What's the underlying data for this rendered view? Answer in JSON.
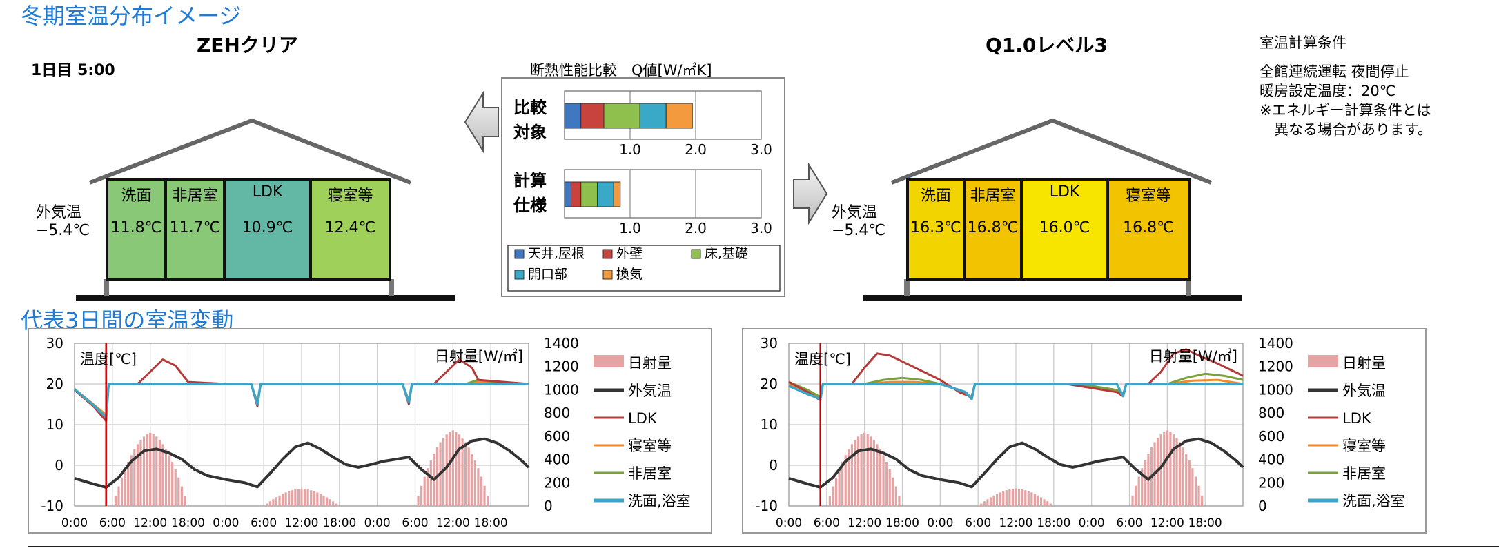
{
  "header": {
    "main_title": "冬期室温分布イメージ",
    "section2_title": "代表3日間の室温変動",
    "time_label": "1日目 5:00"
  },
  "left_house": {
    "title": "ZEHクリア",
    "outside_label": "外気温",
    "outside_temp": "−5.4℃",
    "rooms": [
      {
        "name": "洗面",
        "temp": "11.8℃",
        "color": "#88c877"
      },
      {
        "name": "非居室",
        "temp": "11.7℃",
        "color": "#88c877"
      },
      {
        "name": "LDK",
        "temp": "10.9℃",
        "color": "#63b8a5"
      },
      {
        "name": "寝室等",
        "temp": "12.4℃",
        "color": "#9fd15a"
      }
    ]
  },
  "right_house": {
    "title": "Q1.0レベル3",
    "outside_label": "外気温",
    "outside_temp": "−5.4℃",
    "rooms": [
      {
        "name": "洗面",
        "temp": "16.3℃",
        "color": "#f2d400"
      },
      {
        "name": "非居室",
        "temp": "16.8℃",
        "color": "#f1c300"
      },
      {
        "name": "LDK",
        "temp": "16.0℃",
        "color": "#f7e500"
      },
      {
        "name": "寝室等",
        "temp": "16.8℃",
        "color": "#f1c300"
      }
    ]
  },
  "conditions": {
    "title": "室温計算条件",
    "lines": [
      "全館連続運転 夜間停止",
      "暖房設定温度：20℃",
      "※エネルギー計算条件とは",
      "　異なる場合があります。"
    ]
  },
  "q_chart": {
    "title": "断熱性能比較　Q値[W/㎡K]",
    "row1_label_a": "比較",
    "row1_label_b": "対象",
    "row2_label_a": "計算",
    "row2_label_b": "仕様",
    "ticks": [
      "1.0",
      "2.0",
      "3.0"
    ],
    "legend": [
      "天井,屋根",
      "外壁",
      "床,基礎",
      "開口部",
      "換気"
    ],
    "colors": [
      "#3f78c0",
      "#c8423e",
      "#8fbf4d",
      "#39a9c7",
      "#f39a3e"
    ]
  },
  "chart_data": [
    {
      "type": "line",
      "title": "",
      "ylabel": "温度[℃]",
      "y2label": "日射量[W/㎡]",
      "ylim": [
        -10,
        30
      ],
      "y2lim": [
        0,
        1400
      ],
      "yticks": [
        "30",
        "20",
        "10",
        "0",
        "-10"
      ],
      "y2ticks": [
        "1400",
        "1200",
        "1000",
        "800",
        "600",
        "400",
        "200",
        "0"
      ],
      "xticks": [
        "0:00",
        "6:00",
        "12:00",
        "18:00",
        "0:00",
        "6:00",
        "12:00",
        "18:00",
        "0:00",
        "6:00",
        "12:00",
        "18:00"
      ],
      "marker_hour": 5,
      "legend": [
        "日射量",
        "外気温",
        "LDK",
        "寝室等",
        "非居室",
        "洗面,浴室"
      ],
      "solar": {
        "name": "日射量",
        "peaks": [
          630,
          150,
          650
        ]
      },
      "series": [
        {
          "name": "外気温",
          "points": [
            [
              0,
              -3.2
            ],
            [
              3,
              -4.6
            ],
            [
              5,
              -5.4
            ],
            [
              7,
              -3
            ],
            [
              9,
              1
            ],
            [
              11,
              3.5
            ],
            [
              13,
              4
            ],
            [
              15,
              3
            ],
            [
              17,
              1.5
            ],
            [
              19,
              -1
            ],
            [
              21,
              -2.5
            ],
            [
              24,
              -3.5
            ],
            [
              27,
              -4.3
            ],
            [
              29,
              -5.3
            ],
            [
              31,
              -2
            ],
            [
              33,
              1.5
            ],
            [
              35,
              4.5
            ],
            [
              37,
              5.5
            ],
            [
              39,
              4
            ],
            [
              41,
              2
            ],
            [
              43,
              0.2
            ],
            [
              45,
              -0.5
            ],
            [
              47,
              0.2
            ],
            [
              49,
              1
            ],
            [
              51,
              1.5
            ],
            [
              53,
              2
            ],
            [
              55,
              -1
            ],
            [
              57,
              -3.5
            ],
            [
              59,
              -0.5
            ],
            [
              61,
              4
            ],
            [
              63,
              6
            ],
            [
              65,
              6.5
            ],
            [
              67,
              5.5
            ],
            [
              69,
              3.5
            ],
            [
              71,
              1
            ],
            [
              72,
              -0.5
            ]
          ]
        },
        {
          "name": "LDK",
          "points": [
            [
              0,
              18.5
            ],
            [
              3,
              14.5
            ],
            [
              5,
              10.9
            ],
            [
              5.4,
              20
            ],
            [
              10,
              20
            ],
            [
              12,
              23
            ],
            [
              14,
              26
            ],
            [
              16,
              24.5
            ],
            [
              18,
              20.5
            ],
            [
              24,
              20
            ],
            [
              28,
              20
            ],
            [
              29,
              14.5
            ],
            [
              29.5,
              20
            ],
            [
              52,
              20
            ],
            [
              53,
              15
            ],
            [
              53.5,
              20
            ],
            [
              57,
              20
            ],
            [
              59,
              23
            ],
            [
              61,
              26
            ],
            [
              63,
              24
            ],
            [
              64,
              21
            ],
            [
              72,
              20
            ]
          ]
        },
        {
          "name": "寝室等",
          "points": [
            [
              0,
              18.8
            ],
            [
              3,
              15
            ],
            [
              5,
              12.4
            ],
            [
              5.4,
              20
            ],
            [
              28,
              20
            ],
            [
              29,
              15.5
            ],
            [
              29.5,
              20
            ],
            [
              52,
              20
            ],
            [
              53,
              16
            ],
            [
              53.5,
              20
            ],
            [
              62,
              20
            ],
            [
              64,
              20.5
            ],
            [
              66,
              20.2
            ],
            [
              72,
              20
            ]
          ]
        },
        {
          "name": "非居室",
          "points": [
            [
              0,
              18.5
            ],
            [
              3,
              14.5
            ],
            [
              5,
              11.7
            ],
            [
              5.4,
              20
            ],
            [
              28,
              20
            ],
            [
              29,
              15
            ],
            [
              29.5,
              20
            ],
            [
              52,
              20
            ],
            [
              53,
              15.5
            ],
            [
              53.5,
              20
            ],
            [
              62,
              20
            ],
            [
              64,
              21
            ],
            [
              66,
              20.6
            ],
            [
              72,
              20
            ]
          ]
        },
        {
          "name": "洗面,浴室",
          "points": [
            [
              0,
              18.7
            ],
            [
              3,
              14.8
            ],
            [
              5,
              11.8
            ],
            [
              5.4,
              20
            ],
            [
              24,
              20
            ],
            [
              28,
              20
            ],
            [
              29,
              15
            ],
            [
              29.5,
              20
            ],
            [
              52,
              20
            ],
            [
              53,
              15.5
            ],
            [
              53.5,
              20
            ],
            [
              72,
              20
            ]
          ]
        }
      ]
    },
    {
      "type": "line",
      "title": "",
      "ylabel": "温度[℃]",
      "y2label": "日射量[W/㎡]",
      "ylim": [
        -10,
        30
      ],
      "y2lim": [
        0,
        1400
      ],
      "yticks": [
        "30",
        "20",
        "10",
        "0",
        "-10"
      ],
      "y2ticks": [
        "1400",
        "1200",
        "1000",
        "800",
        "600",
        "400",
        "200",
        "0"
      ],
      "xticks": [
        "0:00",
        "6:00",
        "12:00",
        "18:00",
        "0:00",
        "6:00",
        "12:00",
        "18:00",
        "0:00",
        "6:00",
        "12:00",
        "18:00"
      ],
      "marker_hour": 5,
      "legend": [
        "日射量",
        "外気温",
        "LDK",
        "寝室等",
        "非居室",
        "洗面,浴室"
      ],
      "solar": {
        "name": "日射量",
        "peaks": [
          630,
          150,
          650
        ]
      },
      "series": [
        {
          "name": "外気温",
          "points": [
            [
              0,
              -3.2
            ],
            [
              3,
              -4.6
            ],
            [
              5,
              -5.4
            ],
            [
              7,
              -3
            ],
            [
              9,
              1
            ],
            [
              11,
              3.5
            ],
            [
              13,
              4
            ],
            [
              15,
              3
            ],
            [
              17,
              1.5
            ],
            [
              19,
              -1
            ],
            [
              21,
              -2.5
            ],
            [
              24,
              -3.5
            ],
            [
              27,
              -4.3
            ],
            [
              29,
              -5.3
            ],
            [
              31,
              -2
            ],
            [
              33,
              1.5
            ],
            [
              35,
              4.5
            ],
            [
              37,
              5.5
            ],
            [
              39,
              4
            ],
            [
              41,
              2
            ],
            [
              43,
              0.2
            ],
            [
              45,
              -0.5
            ],
            [
              47,
              0.2
            ],
            [
              49,
              1
            ],
            [
              51,
              1.5
            ],
            [
              53,
              2
            ],
            [
              55,
              -1
            ],
            [
              57,
              -3.5
            ],
            [
              59,
              -0.5
            ],
            [
              61,
              4
            ],
            [
              63,
              6
            ],
            [
              65,
              6.5
            ],
            [
              67,
              5.5
            ],
            [
              69,
              3.5
            ],
            [
              71,
              1
            ],
            [
              72,
              -0.5
            ]
          ]
        },
        {
          "name": "LDK",
          "points": [
            [
              0,
              20.5
            ],
            [
              3,
              18
            ],
            [
              5,
              16
            ],
            [
              5.4,
              20
            ],
            [
              10,
              20
            ],
            [
              12,
              24
            ],
            [
              14,
              27.5
            ],
            [
              16,
              27
            ],
            [
              20,
              24
            ],
            [
              24,
              21
            ],
            [
              27,
              18
            ],
            [
              29,
              16.8
            ],
            [
              29.5,
              20
            ],
            [
              44,
              20
            ],
            [
              48,
              19
            ],
            [
              52,
              18
            ],
            [
              53,
              17
            ],
            [
              53.5,
              20
            ],
            [
              57,
              20
            ],
            [
              59,
              23
            ],
            [
              61,
              27.5
            ],
            [
              63,
              28.5
            ],
            [
              65,
              27
            ],
            [
              68,
              25
            ],
            [
              72,
              22
            ]
          ]
        },
        {
          "name": "寝室等",
          "points": [
            [
              0,
              20
            ],
            [
              3,
              18
            ],
            [
              5,
              16.8
            ],
            [
              5.4,
              20
            ],
            [
              12,
              20
            ],
            [
              16,
              20.5
            ],
            [
              20,
              20.5
            ],
            [
              24,
              20
            ],
            [
              27,
              18.5
            ],
            [
              29,
              16.8
            ],
            [
              29.5,
              20
            ],
            [
              44,
              20
            ],
            [
              48,
              19.5
            ],
            [
              52,
              18.5
            ],
            [
              53,
              17.5
            ],
            [
              53.5,
              20
            ],
            [
              60,
              20
            ],
            [
              64,
              20.8
            ],
            [
              68,
              21
            ],
            [
              72,
              20
            ]
          ]
        },
        {
          "name": "非居室",
          "points": [
            [
              0,
              20.5
            ],
            [
              3,
              18.5
            ],
            [
              5,
              16.8
            ],
            [
              5.4,
              20
            ],
            [
              12,
              20
            ],
            [
              15,
              21
            ],
            [
              18,
              21.5
            ],
            [
              21,
              21
            ],
            [
              24,
              20
            ],
            [
              27,
              18.5
            ],
            [
              29,
              16.8
            ],
            [
              29.5,
              20
            ],
            [
              44,
              20
            ],
            [
              48,
              19.5
            ],
            [
              52,
              18.5
            ],
            [
              53,
              17.5
            ],
            [
              53.5,
              20
            ],
            [
              60,
              20
            ],
            [
              63,
              21.5
            ],
            [
              66,
              22.5
            ],
            [
              69,
              22
            ],
            [
              72,
              21
            ]
          ]
        },
        {
          "name": "洗面,浴室",
          "points": [
            [
              0,
              19.5
            ],
            [
              3,
              17.5
            ],
            [
              5,
              16.3
            ],
            [
              5.4,
              20
            ],
            [
              24,
              20
            ],
            [
              28,
              18
            ],
            [
              29,
              16.3
            ],
            [
              29.5,
              20
            ],
            [
              52,
              20
            ],
            [
              53,
              17
            ],
            [
              53.5,
              20
            ],
            [
              72,
              20
            ]
          ]
        }
      ]
    }
  ],
  "line_colors": {
    "外気温": "#333333",
    "LDK": "#b43b3b",
    "寝室等": "#f08a2c",
    "非居室": "#7aa13a",
    "洗面,浴室": "#3aa4c9",
    "日射量": "#e5a3a3",
    "marker": "#cc0000"
  }
}
